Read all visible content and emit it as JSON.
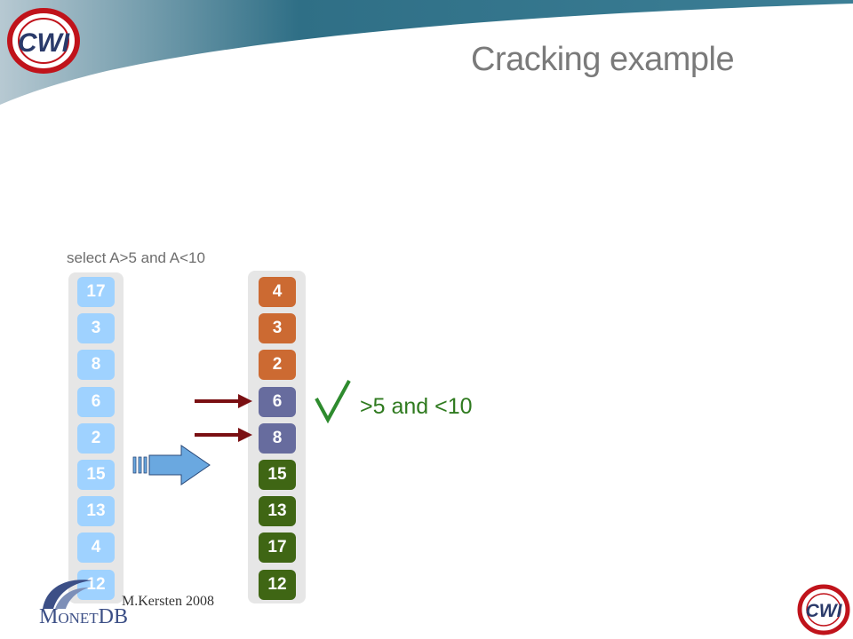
{
  "slide": {
    "title": "Cracking example",
    "query": "select A>5  and A<10",
    "condition_label": ">5 and <10",
    "footer": "M.Kersten 2008",
    "logo_text": "CWI",
    "monetdb": {
      "first_big": "M",
      "first_rest": "ONET",
      "second_big": "DB"
    }
  },
  "columns": {
    "original": [
      {
        "value": "17"
      },
      {
        "value": "3"
      },
      {
        "value": "8"
      },
      {
        "value": "6"
      },
      {
        "value": "2"
      },
      {
        "value": "15"
      },
      {
        "value": "13"
      },
      {
        "value": "4"
      },
      {
        "value": "12"
      }
    ],
    "cracked": [
      {
        "value": "4",
        "color": "#cc6a32"
      },
      {
        "value": "3",
        "color": "#cc6a32"
      },
      {
        "value": "2",
        "color": "#cc6a32"
      },
      {
        "value": "6",
        "color": "#676c9e"
      },
      {
        "value": "8",
        "color": "#676c9e"
      },
      {
        "value": "15",
        "color": "#3f6614"
      },
      {
        "value": "13",
        "color": "#3f6614"
      },
      {
        "value": "17",
        "color": "#3f6614"
      },
      {
        "value": "12",
        "color": "#3f6614"
      }
    ]
  },
  "colors": {
    "banner": "#2f6f86",
    "arrow_dark_red": "#7a0f12",
    "checkmark_green": "#2e8b2e",
    "block_arrow": "#6aa8e0"
  }
}
